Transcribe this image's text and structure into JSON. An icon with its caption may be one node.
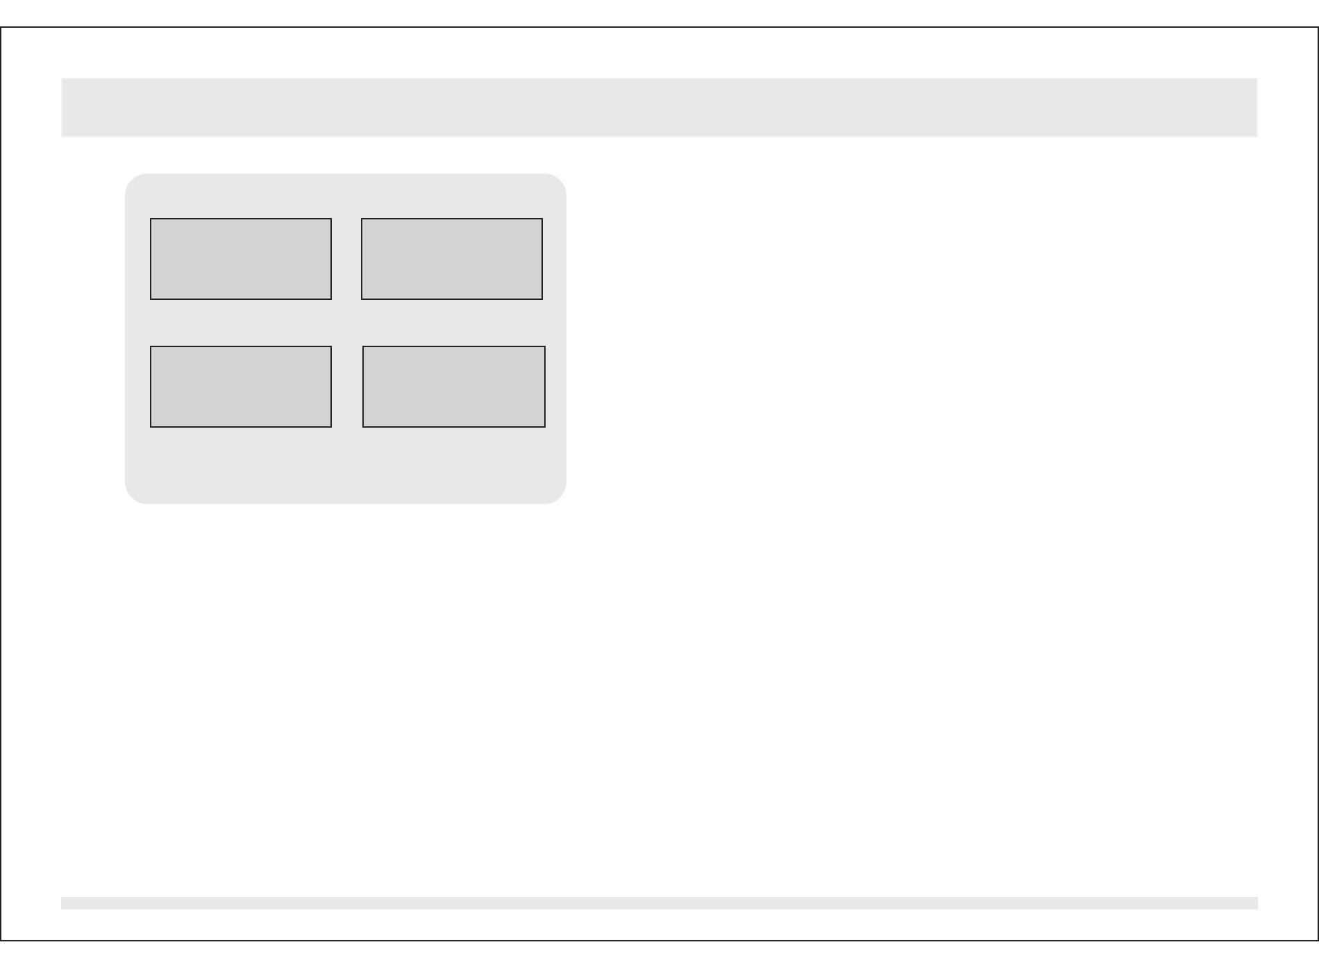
{
  "diagram": {
    "nodes": [
      {
        "text": [],
        "shape": "bar"
      },
      {
        "text": [],
        "shape": "box"
      },
      {
        "text": [],
        "shape": "box",
        "in": 1
      },
      {
        "text": [],
        "shape": "box",
        "in": 1
      },
      {
        "text": [],
        "shape": "box",
        "in": 1
      },
      {
        "text": [],
        "shape": "box",
        "in": 1
      },
      {
        "text": [],
        "shape": "bar"
      }
    ]
  }
}
